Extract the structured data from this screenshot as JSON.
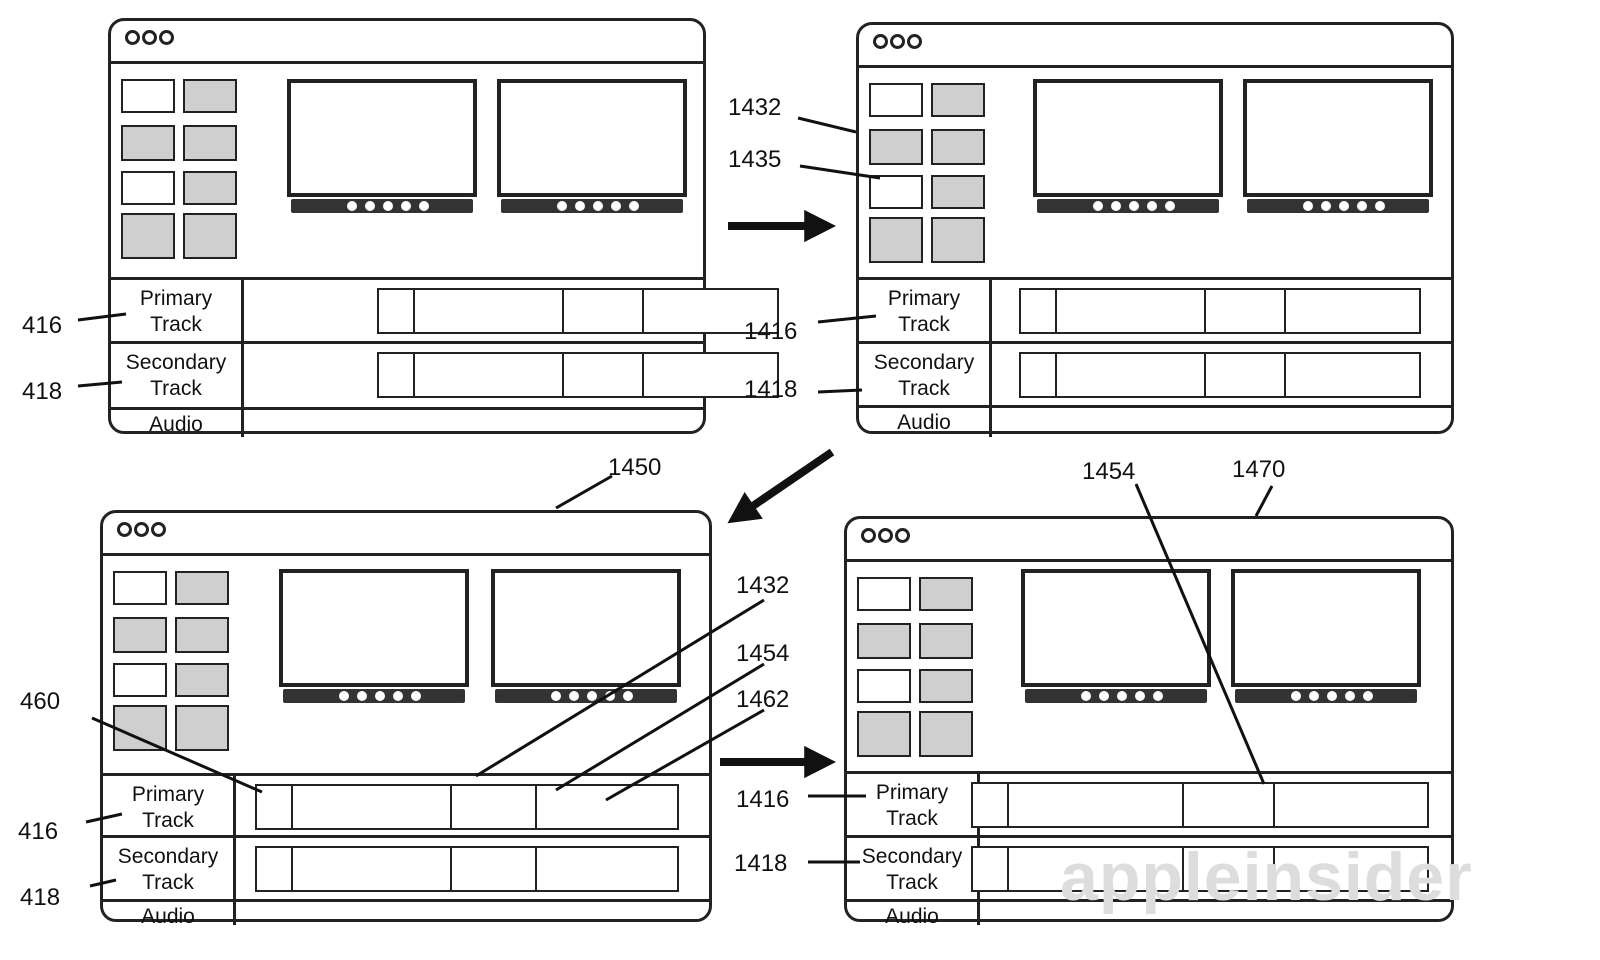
{
  "panels": [
    {
      "id": "top-left",
      "track_labels": {
        "primary": "Primary\nTrack",
        "secondary": "Secondary\nTrack",
        "audio": "Audio"
      }
    },
    {
      "id": "top-right",
      "track_labels": {
        "primary": "Primary\nTrack",
        "secondary": "Secondary\nTrack",
        "audio": "Audio"
      }
    },
    {
      "id": "bottom-left",
      "track_labels": {
        "primary": "Primary\nTrack",
        "secondary": "Secondary\nTrack",
        "audio": "Audio"
      }
    },
    {
      "id": "bottom-right",
      "track_labels": {
        "primary": "Primary\nTrack",
        "secondary": "Secondary\nTrack",
        "audio": "Audio"
      }
    }
  ],
  "callouts": {
    "tl_416": "416",
    "tl_418": "418",
    "tr_1432": "1432",
    "tr_1435": "1435",
    "tr_1416": "1416",
    "tr_1418": "1418",
    "bl_1450": "1450",
    "bl_1432": "1432",
    "bl_1454": "1454",
    "bl_1462": "1462",
    "bl_460": "460",
    "bl_416": "416",
    "bl_418": "418",
    "br_1454": "1454",
    "br_1470": "1470",
    "br_1416": "1416",
    "br_1418": "1418"
  },
  "watermark": "appleinsider"
}
